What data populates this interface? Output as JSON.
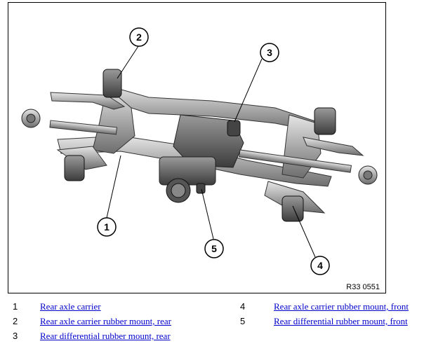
{
  "figure": {
    "code": "R33 0551",
    "callouts": [
      "1",
      "2",
      "3",
      "4",
      "5"
    ]
  },
  "legend": [
    {
      "num": "1",
      "label": "Rear axle carrier"
    },
    {
      "num": "2",
      "label": "Rear axle carrier rubber mount, rear"
    },
    {
      "num": "3",
      "label": "Rear differential rubber mount, rear"
    },
    {
      "num": "4",
      "label": "Rear axle carrier rubber mount, front"
    },
    {
      "num": "5",
      "label": "Rear differential rubber mount, front"
    }
  ],
  "colors": {
    "link": "#0000cc",
    "frame": "#000000"
  }
}
